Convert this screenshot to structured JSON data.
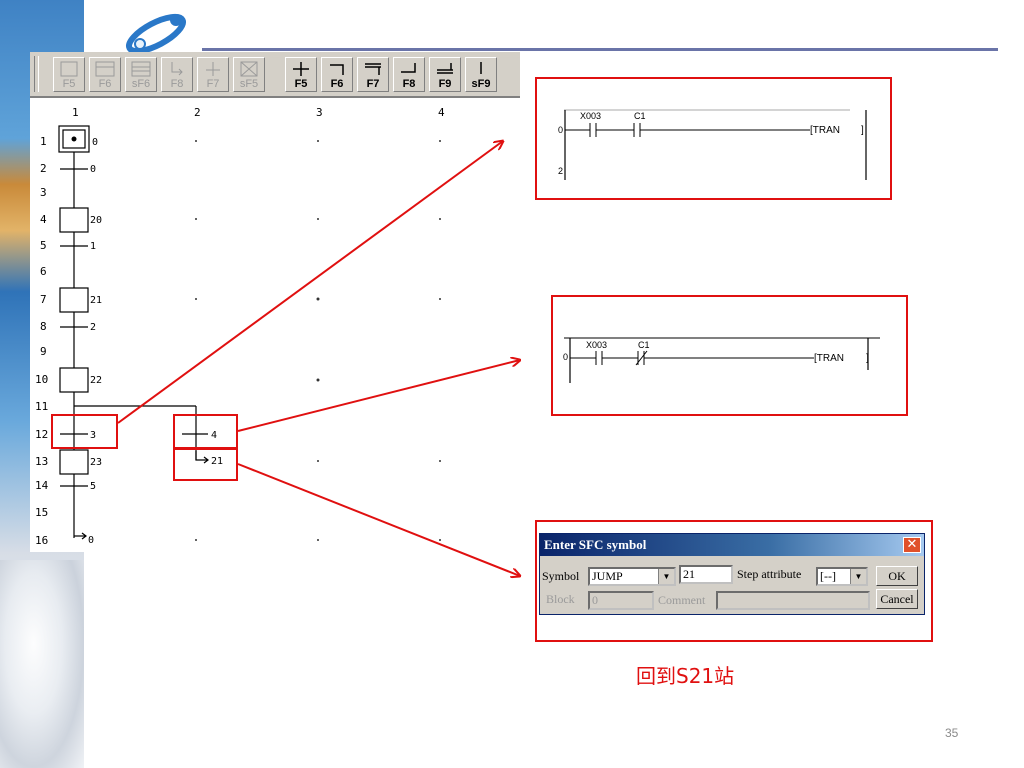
{
  "toolbar": {
    "buttons": [
      {
        "label": "F5",
        "enabled": false
      },
      {
        "label": "F6",
        "enabled": false
      },
      {
        "label": "sF6",
        "enabled": false
      },
      {
        "label": "F8",
        "enabled": false
      },
      {
        "label": "F7",
        "enabled": false
      },
      {
        "label": "sF5",
        "enabled": false
      },
      {
        "label": "F5",
        "enabled": true
      },
      {
        "label": "F6",
        "enabled": true
      },
      {
        "label": "F7",
        "enabled": true
      },
      {
        "label": "F8",
        "enabled": true
      },
      {
        "label": "F9",
        "enabled": true
      },
      {
        "label": "sF9",
        "enabled": true
      }
    ]
  },
  "sfc": {
    "columns": [
      "1",
      "2",
      "3",
      "4"
    ],
    "rows": [
      "1",
      "2",
      "3",
      "4",
      "5",
      "6",
      "7",
      "8",
      "9",
      "10",
      "11",
      "12",
      "13",
      "14",
      "15",
      "16"
    ],
    "steps": [
      "0",
      "20",
      "21",
      "22",
      "23"
    ],
    "transitions": [
      "0",
      "1",
      "2",
      "3",
      "5"
    ],
    "branch_transition": "4",
    "jump_branch": "21",
    "jump_end": "0"
  },
  "ladder1": {
    "rows": [
      "0",
      "2"
    ],
    "contacts": [
      "X003",
      "C1"
    ],
    "coil": "[TRAN",
    "coil_end": "]"
  },
  "ladder2": {
    "rows": [
      "0"
    ],
    "contacts": [
      "X003",
      "C1"
    ],
    "coil": "[TRAN",
    "coil_end": "]"
  },
  "dialog": {
    "title": "Enter SFC symbol",
    "symbol_label": "Symbol",
    "symbol_value": "JUMP",
    "number_value": "21",
    "step_attr_label": "Step attribute",
    "step_attr_value": "[--]",
    "ok": "OK",
    "block_label": "Block",
    "block_value": "0",
    "comment_label": "Comment",
    "cancel": "Cancel"
  },
  "caption": "回到S21站",
  "page_number": "35",
  "colors": {
    "highlight": "#e01010",
    "title_bar": "#0a246a",
    "accent_line": "#6a74a8"
  }
}
